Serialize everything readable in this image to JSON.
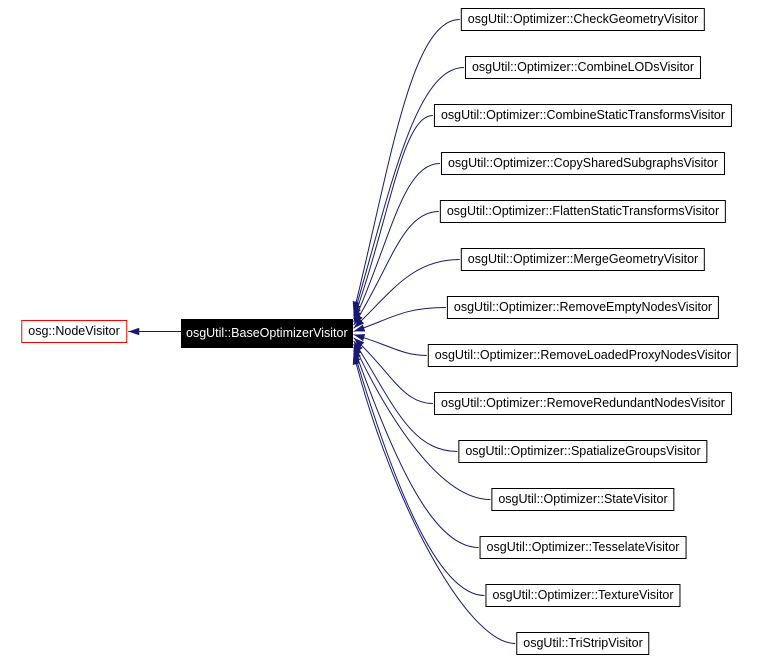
{
  "diagram": {
    "type": "class-inheritance-graph",
    "base_node": {
      "label": "osg::NodeVisitor"
    },
    "current_node": {
      "label": "osgUtil::BaseOptimizerVisitor"
    },
    "derived_nodes": [
      "osgUtil::Optimizer::CheckGeometryVisitor",
      "osgUtil::Optimizer::CombineLODsVisitor",
      "osgUtil::Optimizer::CombineStaticTransformsVisitor",
      "osgUtil::Optimizer::CopySharedSubgraphsVisitor",
      "osgUtil::Optimizer::FlattenStaticTransformsVisitor",
      "osgUtil::Optimizer::MergeGeometryVisitor",
      "osgUtil::Optimizer::RemoveEmptyNodesVisitor",
      "osgUtil::Optimizer::RemoveLoadedProxyNodesVisitor",
      "osgUtil::Optimizer::RemoveRedundantNodesVisitor",
      "osgUtil::Optimizer::SpatializeGroupsVisitor",
      "osgUtil::Optimizer::StateVisitor",
      "osgUtil::Optimizer::TesselateVisitor",
      "osgUtil::Optimizer::TextureVisitor",
      "osgUtil::TriStripVisitor"
    ],
    "colors": {
      "background": "#ffffff",
      "edge": "#191970",
      "base_border": "#ff0000",
      "current_bg": "#000000",
      "current_text": "#ffffff",
      "node_border": "#000000",
      "node_bg": "#ffffff",
      "node_text": "#000000"
    }
  }
}
